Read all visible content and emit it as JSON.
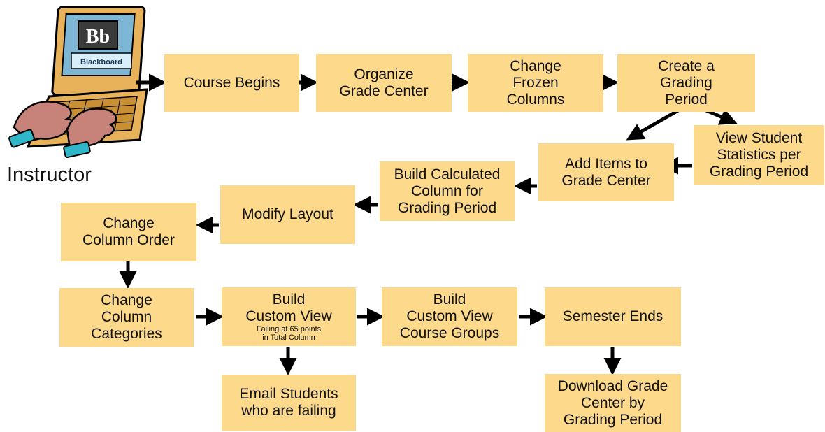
{
  "laptop": {
    "logo_text": "Bb",
    "brand_text": "Blackboard"
  },
  "instructor_label": "Instructor",
  "steps": {
    "course_begins": [
      "Course Begins"
    ],
    "organize_grade_center": [
      "Organize",
      "Grade Center"
    ],
    "change_frozen_columns": [
      "Change",
      "Frozen",
      "Columns"
    ],
    "create_grading_period": [
      "Create a",
      "Grading",
      "Period"
    ],
    "view_student_statistics": [
      "View Student",
      "Statistics per",
      "Grading Period"
    ],
    "add_items_grade_center": [
      "Add Items to",
      "Grade Center"
    ],
    "build_calculated_column": [
      "Build Calculated",
      "Column for",
      "Grading Period"
    ],
    "modify_layout": [
      "Modify Layout"
    ],
    "change_column_order": [
      "Change",
      "Column Order"
    ],
    "change_column_categories": [
      "Change",
      "Column",
      "Categories"
    ],
    "build_custom_view_failing": {
      "lines": [
        "Build",
        "Custom View"
      ],
      "note": [
        "Failing at 65 points",
        "in Total Column"
      ]
    },
    "build_custom_view_groups": [
      "Build",
      "Custom View",
      "Course Groups"
    ],
    "semester_ends": [
      "Semester Ends"
    ],
    "email_students": [
      "Email Students",
      "who are failing"
    ],
    "download_grade_center": [
      "Download Grade",
      "Center by",
      "Grading Period"
    ]
  },
  "colors": {
    "box_fill": "#fcd98b",
    "arrow": "#000000",
    "laptop_body": "#e8b25a",
    "screen_bg": "#7eb6d6",
    "hands": "#c7827a",
    "cuffs": "#2fb7c9"
  }
}
